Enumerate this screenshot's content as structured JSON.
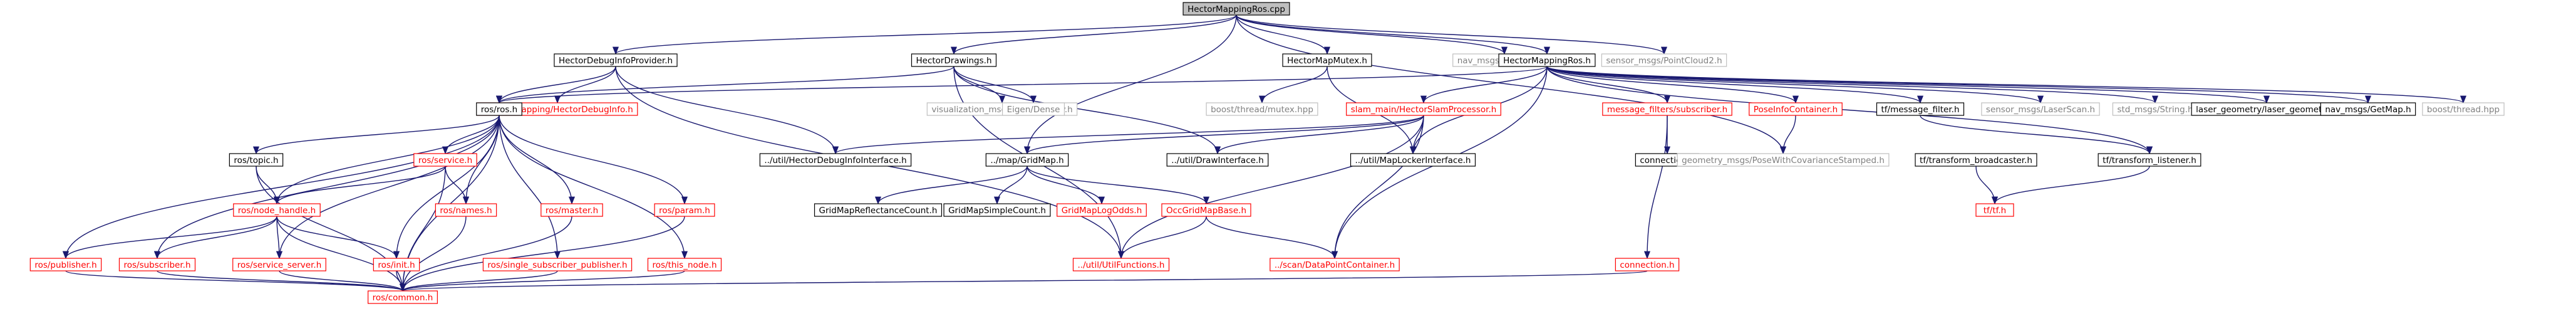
{
  "colors": {
    "edge": "#191970",
    "node_border": "#000000",
    "node_text": "#000000",
    "missing_border": "#bfbfbf",
    "missing_text": "#808080",
    "ros_border": "#ff0000",
    "ros_text": "#ff0000",
    "root_fill": "#bfbfbf",
    "node_fill": "#ffffff"
  },
  "nodes": {
    "root": {
      "label": "HectorMappingRos.cpp",
      "kind": "root"
    },
    "debuginfoprovider": {
      "label": "HectorDebugInfoProvider.h",
      "kind": "normal"
    },
    "drawings": {
      "label": "HectorDrawings.h",
      "kind": "normal"
    },
    "mapmutex": {
      "label": "HectorMapMutex.h",
      "kind": "normal"
    },
    "odometry": {
      "label": "nav_msgs/Odometry.h",
      "kind": "missing"
    },
    "pointcloud2": {
      "label": "sensor_msgs/PointCloud2.h",
      "kind": "missing"
    },
    "mappingros_h": {
      "label": "HectorMappingRos.h",
      "kind": "normal"
    },
    "debuginfo_msg": {
      "label": "hector_mapping/HectorDebugInfo.h",
      "kind": "ros"
    },
    "ros_ros": {
      "label": "ros/ros.h",
      "kind": "normal"
    },
    "markerarray": {
      "label": "visualization_msgs/MarkerArray.h",
      "kind": "missing"
    },
    "eigen_dense": {
      "label": "Eigen/Dense",
      "kind": "missing"
    },
    "boost_mutex": {
      "label": "boost/thread/mutex.hpp",
      "kind": "missing"
    },
    "slam_main": {
      "label": "slam_main/HectorSlamProcessor.h",
      "kind": "ros"
    },
    "msgfilt_sub": {
      "label": "message_filters/subscriber.h",
      "kind": "ros"
    },
    "poseinfo": {
      "label": "PoseInfoContainer.h",
      "kind": "ros"
    },
    "tf_filter": {
      "label": "tf/message_filter.h",
      "kind": "normal"
    },
    "laserscan": {
      "label": "sensor_msgs/LaserScan.h",
      "kind": "missing"
    },
    "std_string": {
      "label": "std_msgs/String.h",
      "kind": "missing"
    },
    "laser_geom": {
      "label": "laser_geometry/laser_geometry.h",
      "kind": "normal"
    },
    "getmap": {
      "label": "nav_msgs/GetMap.h",
      "kind": "normal"
    },
    "boost_thread": {
      "label": "boost/thread.hpp",
      "kind": "missing"
    },
    "ros_topic": {
      "label": "ros/topic.h",
      "kind": "normal"
    },
    "ros_service": {
      "label": "ros/service.h",
      "kind": "ros"
    },
    "debuginfo_iface": {
      "label": "../util/HectorDebugInfoInterface.h",
      "kind": "normal"
    },
    "gridmap": {
      "label": "../map/GridMap.h",
      "kind": "normal"
    },
    "drawiface": {
      "label": "../util/DrawInterface.h",
      "kind": "normal"
    },
    "maplocker": {
      "label": "../util/MapLockerInterface.h",
      "kind": "normal"
    },
    "connection_1": {
      "label": "connection.h",
      "kind": "normal"
    },
    "posecov": {
      "label": "geometry_msgs/PoseWithCovarianceStamped.h",
      "kind": "missing"
    },
    "tf_broadcaster": {
      "label": "tf/transform_broadcaster.h",
      "kind": "normal"
    },
    "tf_listener": {
      "label": "tf/transform_listener.h",
      "kind": "normal"
    },
    "nodehandle": {
      "label": "ros/node_handle.h",
      "kind": "ros"
    },
    "ros_names": {
      "label": "ros/names.h",
      "kind": "ros"
    },
    "ros_master": {
      "label": "ros/master.h",
      "kind": "ros"
    },
    "ros_param": {
      "label": "ros/param.h",
      "kind": "ros"
    },
    "reflectance": {
      "label": "GridMapReflectanceCount.h",
      "kind": "normal"
    },
    "simplecount": {
      "label": "GridMapSimpleCount.h",
      "kind": "normal"
    },
    "logodds": {
      "label": "GridMapLogOdds.h",
      "kind": "ros"
    },
    "occgrid": {
      "label": "OccGridMapBase.h",
      "kind": "ros"
    },
    "tf_tf": {
      "label": "tf/tf.h",
      "kind": "ros"
    },
    "ros_publisher": {
      "label": "ros/publisher.h",
      "kind": "ros"
    },
    "ros_subscriber": {
      "label": "ros/subscriber.h",
      "kind": "ros"
    },
    "service_server": {
      "label": "ros/service_server.h",
      "kind": "ros"
    },
    "ros_init": {
      "label": "ros/init.h",
      "kind": "ros"
    },
    "single_sub_pub": {
      "label": "ros/single_subscriber_publisher.h",
      "kind": "ros"
    },
    "this_node": {
      "label": "ros/this_node.h",
      "kind": "ros"
    },
    "utilfunctions": {
      "label": "../util/UtilFunctions.h",
      "kind": "ros"
    },
    "datapoint": {
      "label": "../scan/DataPointContainer.h",
      "kind": "ros"
    },
    "connection_2": {
      "label": "connection.h",
      "kind": "ros"
    },
    "ros_common": {
      "label": "ros/common.h",
      "kind": "ros"
    }
  },
  "edges": [
    [
      "root",
      "debuginfoprovider"
    ],
    [
      "root",
      "drawings"
    ],
    [
      "root",
      "mapmutex"
    ],
    [
      "root",
      "odometry"
    ],
    [
      "root",
      "pointcloud2"
    ],
    [
      "root",
      "mappingros_h"
    ],
    [
      "root",
      "gridmap"
    ],
    [
      "root",
      "posecov"
    ],
    [
      "debuginfoprovider",
      "debuginfo_msg"
    ],
    [
      "debuginfoprovider",
      "ros_ros"
    ],
    [
      "debuginfoprovider",
      "debuginfo_iface"
    ],
    [
      "debuginfoprovider",
      "utilfunctions"
    ],
    [
      "drawings",
      "ros_ros"
    ],
    [
      "drawings",
      "markerarray"
    ],
    [
      "drawings",
      "eigen_dense"
    ],
    [
      "drawings",
      "drawiface"
    ],
    [
      "drawings",
      "utilfunctions"
    ],
    [
      "mapmutex",
      "boost_mutex"
    ],
    [
      "mapmutex",
      "maplocker"
    ],
    [
      "mappingros_h",
      "ros_ros"
    ],
    [
      "mappingros_h",
      "slam_main"
    ],
    [
      "mappingros_h",
      "msgfilt_sub"
    ],
    [
      "mappingros_h",
      "poseinfo"
    ],
    [
      "mappingros_h",
      "tf_filter"
    ],
    [
      "mappingros_h",
      "laserscan"
    ],
    [
      "mappingros_h",
      "std_string"
    ],
    [
      "mappingros_h",
      "laser_geom"
    ],
    [
      "mappingros_h",
      "getmap"
    ],
    [
      "mappingros_h",
      "boost_thread"
    ],
    [
      "mappingros_h",
      "tf_listener"
    ],
    [
      "mappingros_h",
      "maplocker"
    ],
    [
      "mappingros_h",
      "datapoint"
    ],
    [
      "ros_ros",
      "ros_topic"
    ],
    [
      "ros_ros",
      "ros_service"
    ],
    [
      "ros_ros",
      "nodehandle"
    ],
    [
      "ros_ros",
      "ros_names"
    ],
    [
      "ros_ros",
      "ros_master"
    ],
    [
      "ros_ros",
      "ros_param"
    ],
    [
      "ros_ros",
      "ros_publisher"
    ],
    [
      "ros_ros",
      "ros_subscriber"
    ],
    [
      "ros_ros",
      "service_server"
    ],
    [
      "ros_ros",
      "ros_init"
    ],
    [
      "ros_ros",
      "single_sub_pub"
    ],
    [
      "ros_ros",
      "this_node"
    ],
    [
      "ros_ros",
      "ros_common"
    ],
    [
      "ros_topic",
      "nodehandle"
    ],
    [
      "ros_topic",
      "ros_common"
    ],
    [
      "ros_service",
      "nodehandle"
    ],
    [
      "ros_service",
      "ros_names"
    ],
    [
      "ros_service",
      "ros_common"
    ],
    [
      "slam_main",
      "debuginfo_iface"
    ],
    [
      "slam_main",
      "gridmap"
    ],
    [
      "slam_main",
      "drawiface"
    ],
    [
      "slam_main",
      "maplocker"
    ],
    [
      "slam_main",
      "utilfunctions"
    ],
    [
      "slam_main",
      "datapoint"
    ],
    [
      "msgfilt_sub",
      "connection_1"
    ],
    [
      "msgfilt_sub",
      "connection_2"
    ],
    [
      "poseinfo",
      "posecov"
    ],
    [
      "tf_filter",
      "tf_listener"
    ],
    [
      "tf_broadcaster",
      "tf_tf"
    ],
    [
      "tf_listener",
      "tf_tf"
    ],
    [
      "gridmap",
      "reflectance"
    ],
    [
      "gridmap",
      "simplecount"
    ],
    [
      "gridmap",
      "logodds"
    ],
    [
      "gridmap",
      "occgrid"
    ],
    [
      "occgrid",
      "utilfunctions"
    ],
    [
      "occgrid",
      "datapoint"
    ],
    [
      "nodehandle",
      "ros_publisher"
    ],
    [
      "nodehandle",
      "ros_subscriber"
    ],
    [
      "nodehandle",
      "service_server"
    ],
    [
      "nodehandle",
      "ros_init"
    ],
    [
      "nodehandle",
      "ros_common"
    ],
    [
      "ros_names",
      "ros_common"
    ],
    [
      "ros_master",
      "ros_common"
    ],
    [
      "ros_param",
      "ros_common"
    ],
    [
      "ros_publisher",
      "ros_common"
    ],
    [
      "ros_subscriber",
      "ros_common"
    ],
    [
      "service_server",
      "ros_common"
    ],
    [
      "ros_init",
      "ros_common"
    ],
    [
      "single_sub_pub",
      "ros_common"
    ],
    [
      "this_node",
      "ros_common"
    ],
    [
      "connection_2",
      "ros_common"
    ]
  ]
}
